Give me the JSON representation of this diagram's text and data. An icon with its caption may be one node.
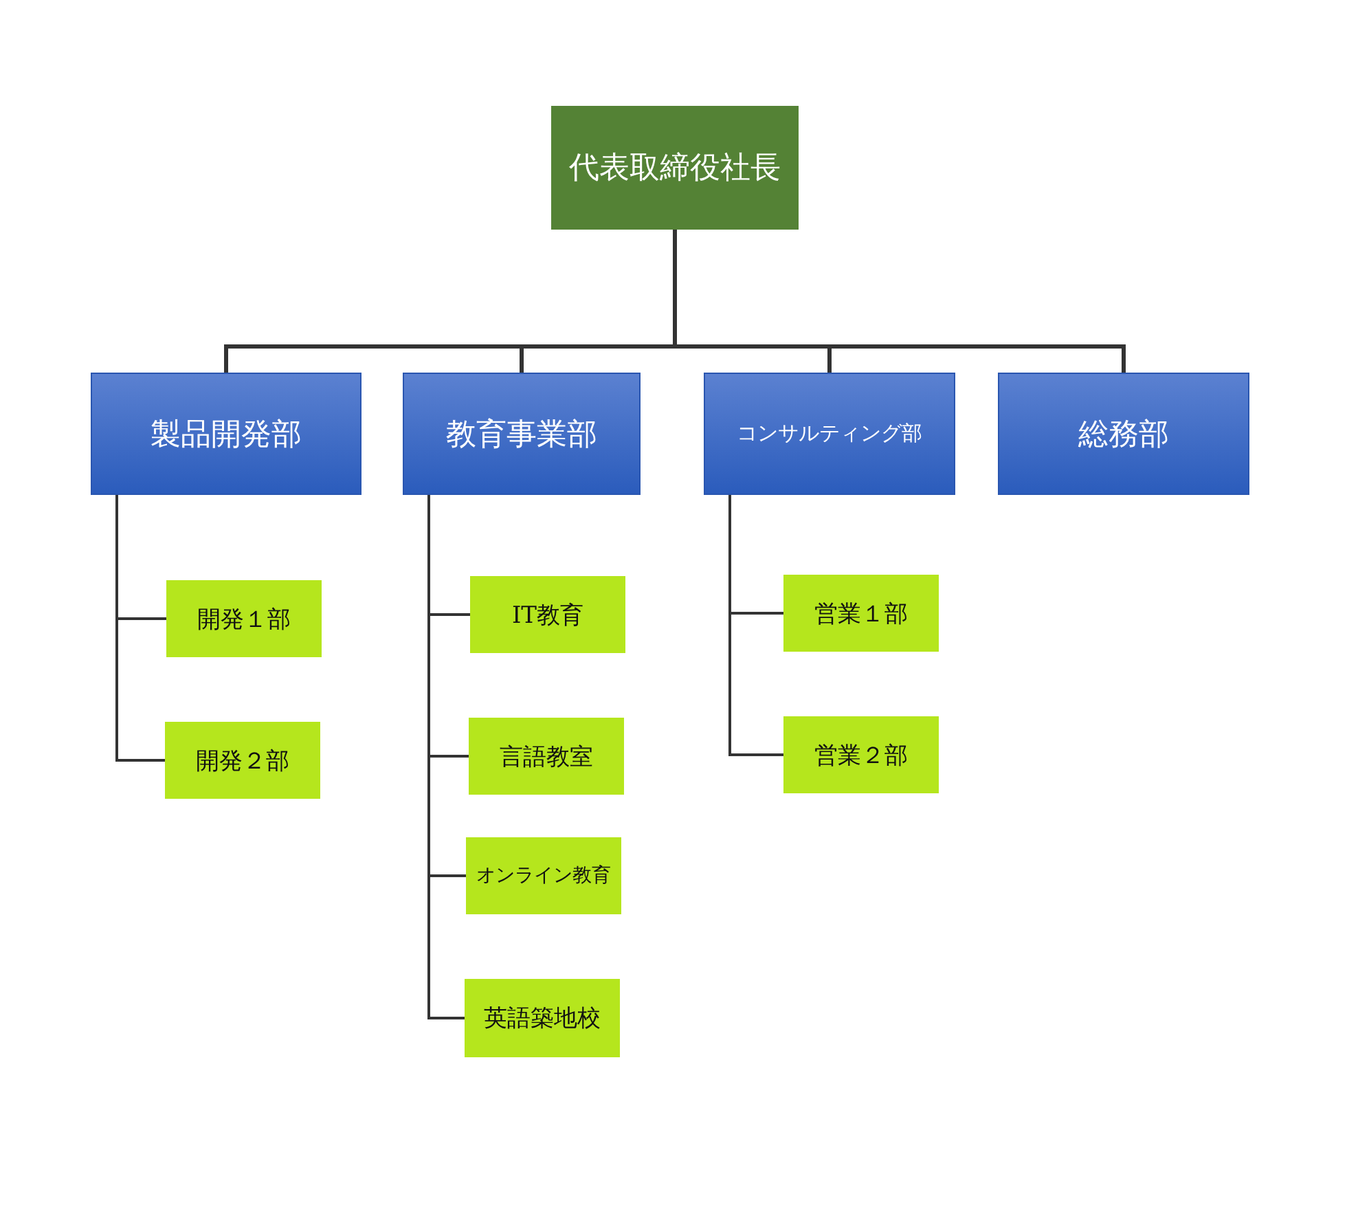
{
  "diagram": {
    "nodes": [
      {
        "text": [
          "代表取締役社長"
        ]
      },
      {
        "text": [
          "製品開発部"
        ]
      },
      {
        "text": [
          "教育事業部"
        ]
      },
      {
        "text": [
          "コンサルティング部"
        ]
      },
      {
        "text": [
          "総務部"
        ]
      },
      {
        "text": [
          "開発１部"
        ]
      },
      {
        "text": [
          "開発２部"
        ]
      },
      {
        "text": [
          "IT教育"
        ]
      },
      {
        "text": [
          "言語教室"
        ]
      },
      {
        "text": [
          "オンライン教育"
        ]
      },
      {
        "text": [
          "英語築地校"
        ]
      },
      {
        "text": [
          "営業１部"
        ]
      },
      {
        "text": [
          "営業２部"
        ]
      }
    ],
    "edges": [
      {
        "from": 0,
        "to": 1,
        "arrow": "none"
      },
      {
        "from": 0,
        "to": 2,
        "arrow": "none"
      },
      {
        "from": 0,
        "to": 3,
        "arrow": "none"
      },
      {
        "from": 0,
        "to": 4,
        "arrow": "none"
      },
      {
        "from": 1,
        "to": 5,
        "arrow": "none"
      },
      {
        "from": 1,
        "to": 6,
        "arrow": "none"
      },
      {
        "from": 2,
        "to": 7,
        "arrow": "none"
      },
      {
        "from": 2,
        "to": 8,
        "arrow": "none"
      },
      {
        "from": 2,
        "to": 9,
        "arrow": "none"
      },
      {
        "from": 2,
        "to": 10,
        "arrow": "none"
      },
      {
        "from": 3,
        "to": 11,
        "arrow": "none"
      },
      {
        "from": 3,
        "to": 12,
        "arrow": "none"
      }
    ]
  }
}
